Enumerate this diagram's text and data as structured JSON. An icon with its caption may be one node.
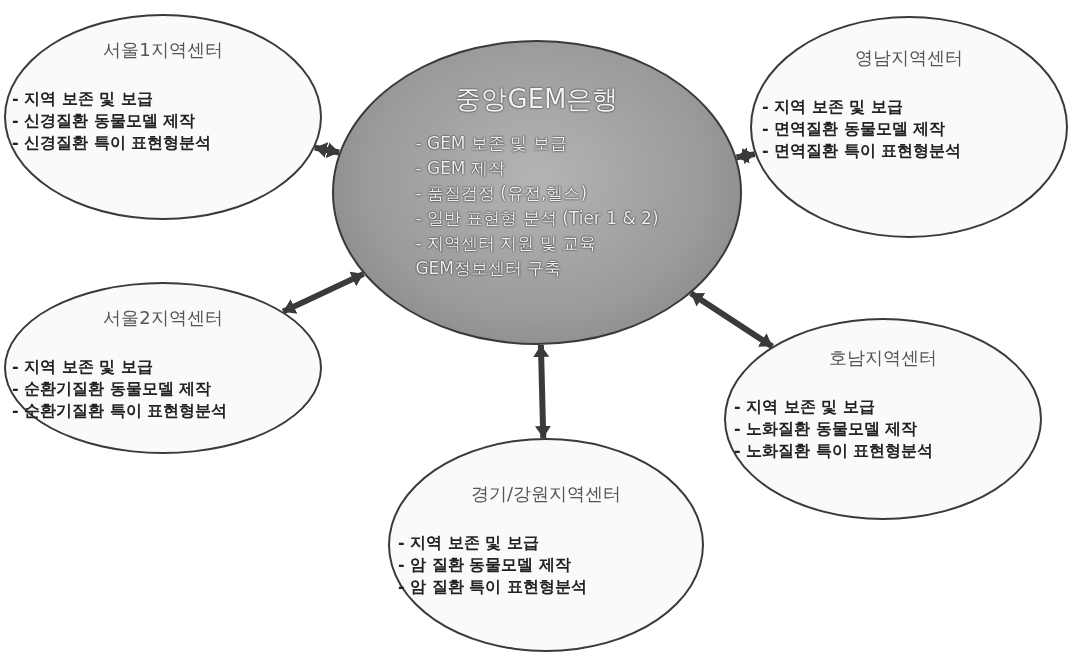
{
  "diagram": {
    "nodes": [
      {
        "text": [
          "중앙GEM은행",
          "- GEM 보존 및 보급",
          "- GEM 제작",
          "- 품질검정 (유전,헬스)",
          "- 일반 표현형 분석 (Tier 1 & 2)",
          "- 지역센터 지원 및 교육",
          "GEM정보센터 구축"
        ]
      },
      {
        "text": [
          "서울1지역센터",
          "- 지역 보존 및 보급",
          "- 신경질환 동물모델 제작",
          "- 신경질환 특이 표현형분석"
        ]
      },
      {
        "text": [
          "영남지역센터",
          "- 지역 보존 및 보급",
          "- 면역질환 동물모델 제작",
          "- 면역질환 특이 표현형분석"
        ]
      },
      {
        "text": [
          "서울2지역센터",
          "- 지역 보존 및 보급",
          "- 순환기질환 동물모델 제작",
          "- 순환기질환 특이 표현형분석"
        ]
      },
      {
        "text": [
          "호남지역센터",
          "- 지역 보존 및 보급",
          "- 노화질환 동물모델 제작",
          "- 노화질환 특이 표현형분석"
        ]
      },
      {
        "text": [
          "경기/강원지역센터",
          "- 지역 보존 및 보급",
          "- 암 질환 동물모델 제작",
          "- 암 질환 특이 표현형분석"
        ]
      }
    ],
    "edges": [
      {
        "from": 0,
        "to": 1,
        "arrow": "both"
      },
      {
        "from": 0,
        "to": 2,
        "arrow": "both"
      },
      {
        "from": 0,
        "to": 3,
        "arrow": "both"
      },
      {
        "from": 0,
        "to": 4,
        "arrow": "both"
      },
      {
        "from": 0,
        "to": 5,
        "arrow": "both"
      }
    ]
  }
}
